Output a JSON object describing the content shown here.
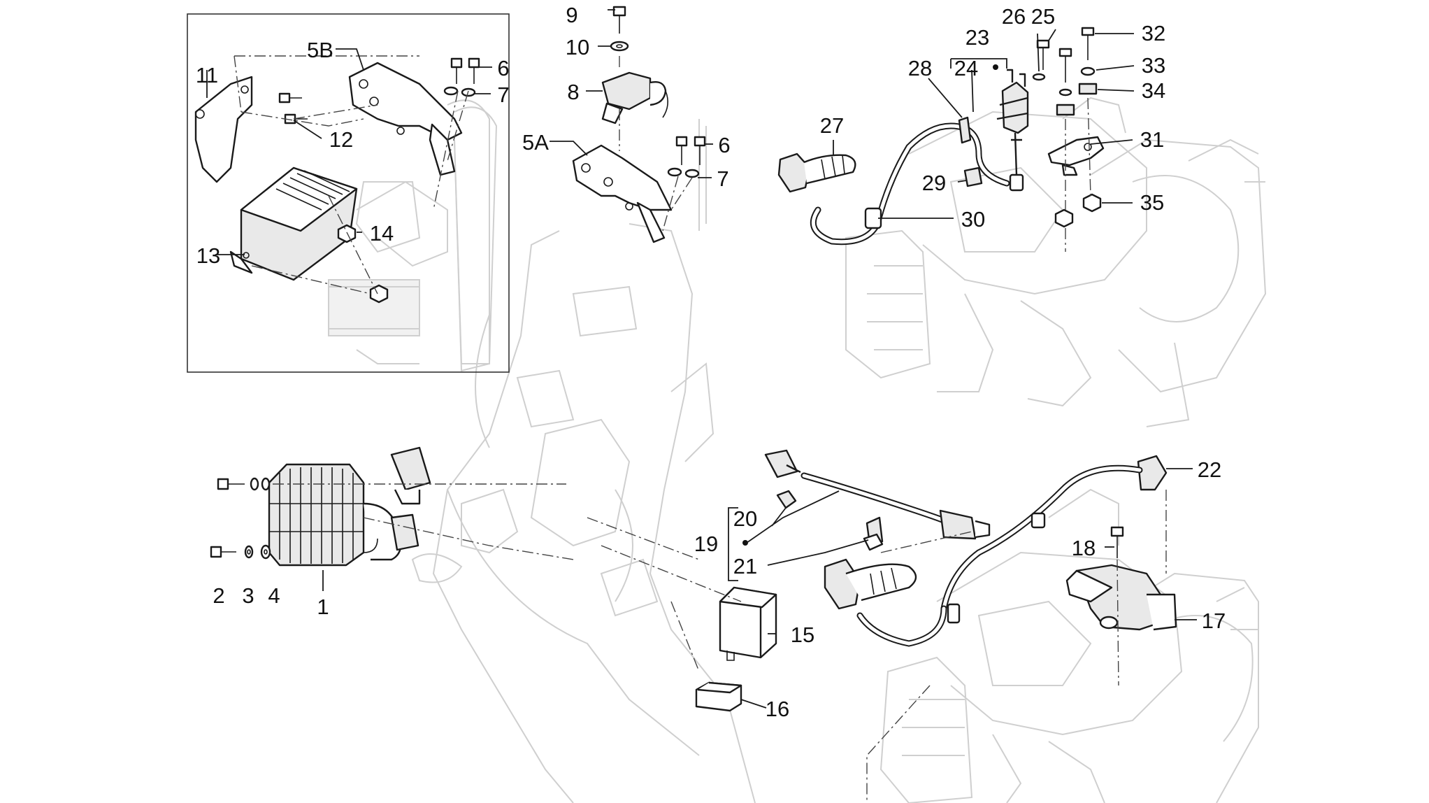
{
  "callouts": [
    {
      "id": "1",
      "text": "1"
    },
    {
      "id": "2",
      "text": "2"
    },
    {
      "id": "3",
      "text": "3"
    },
    {
      "id": "4",
      "text": "4"
    },
    {
      "id": "5A",
      "text": "5A"
    },
    {
      "id": "5B",
      "text": "5B"
    },
    {
      "id": "6a",
      "text": "6"
    },
    {
      "id": "6b",
      "text": "6"
    },
    {
      "id": "7a",
      "text": "7"
    },
    {
      "id": "7b",
      "text": "7"
    },
    {
      "id": "8",
      "text": "8"
    },
    {
      "id": "9",
      "text": "9"
    },
    {
      "id": "10",
      "text": "10"
    },
    {
      "id": "11",
      "text": "11"
    },
    {
      "id": "12",
      "text": "12"
    },
    {
      "id": "13",
      "text": "13"
    },
    {
      "id": "14",
      "text": "14"
    },
    {
      "id": "15",
      "text": "15"
    },
    {
      "id": "16",
      "text": "16"
    },
    {
      "id": "17",
      "text": "17"
    },
    {
      "id": "18",
      "text": "18"
    },
    {
      "id": "19",
      "text": "19"
    },
    {
      "id": "20",
      "text": "20"
    },
    {
      "id": "21",
      "text": "21"
    },
    {
      "id": "22",
      "text": "22"
    },
    {
      "id": "23",
      "text": "23"
    },
    {
      "id": "24",
      "text": "24"
    },
    {
      "id": "25",
      "text": "25"
    },
    {
      "id": "26",
      "text": "26"
    },
    {
      "id": "27",
      "text": "27"
    },
    {
      "id": "28",
      "text": "28"
    },
    {
      "id": "29",
      "text": "29"
    },
    {
      "id": "30",
      "text": "30"
    },
    {
      "id": "31",
      "text": "31"
    },
    {
      "id": "32",
      "text": "32"
    },
    {
      "id": "33",
      "text": "33"
    },
    {
      "id": "34",
      "text": "34"
    },
    {
      "id": "35",
      "text": "35"
    }
  ],
  "colors": {
    "line": "#1a1a1a",
    "ghost": "#cfcfcf",
    "background": "#ffffff"
  }
}
